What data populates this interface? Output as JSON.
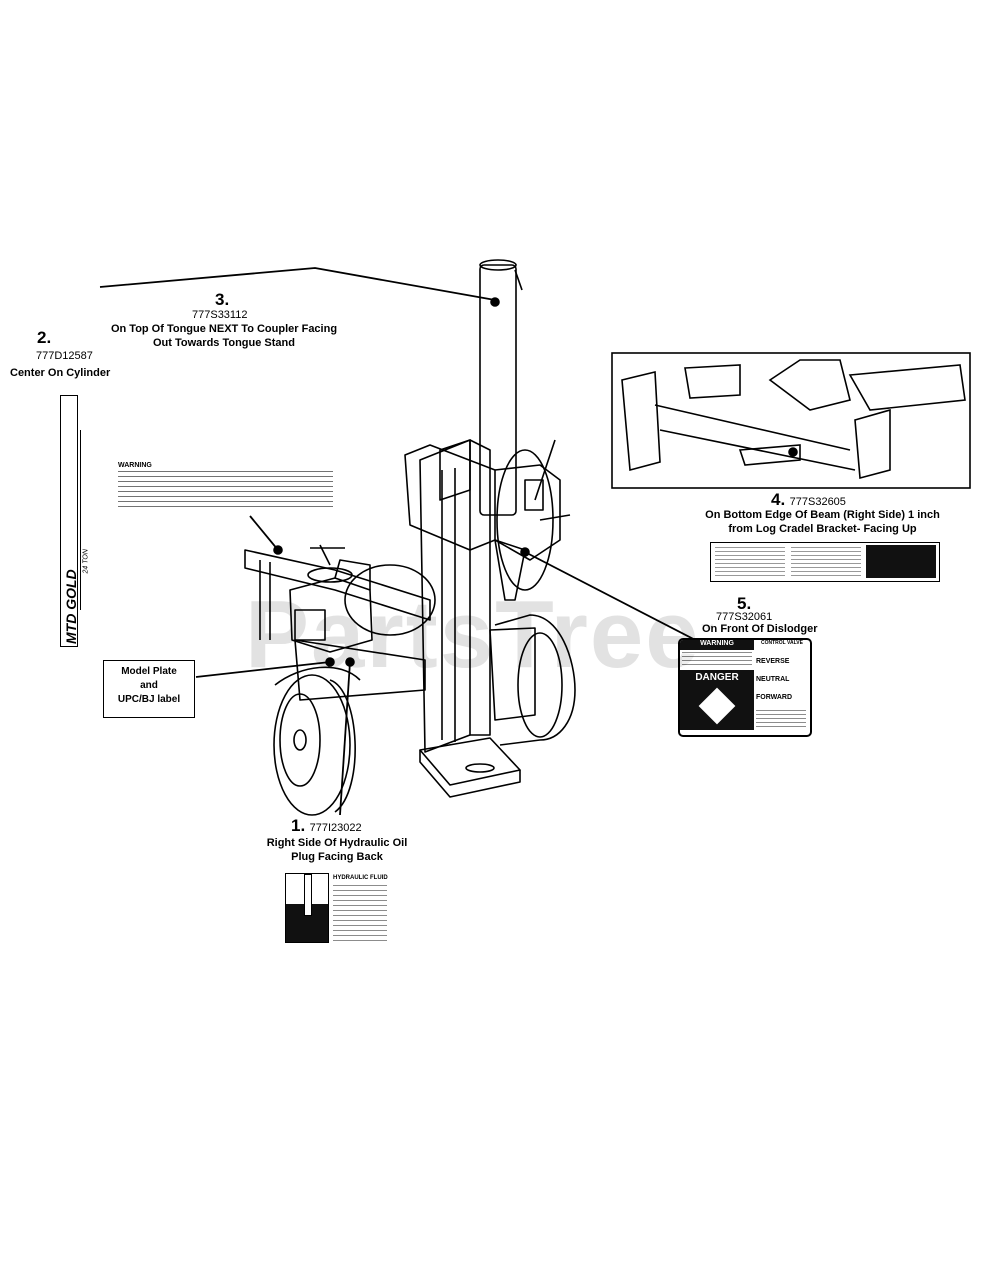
{
  "watermark": "PartsTree",
  "watermark_tm": "™",
  "callouts": [
    {
      "number": "2.",
      "part": "777D12587",
      "caption": "Center On Cylinder"
    },
    {
      "number": "3.",
      "part": "777S33112",
      "caption_line1": "On Top Of Tongue NEXT To Coupler Facing",
      "caption_line2": "Out Towards Tongue Stand"
    },
    {
      "number": "4.",
      "part": "777S32605",
      "caption_line1": "On Bottom Edge Of Beam (Right Side) 1 inch",
      "caption_line2": "from Log Cradel Bracket- Facing Up"
    },
    {
      "number": "5.",
      "part": "777S32061",
      "caption": "On Front Of Dislodger"
    },
    {
      "number": "1.",
      "part": "777I23022",
      "caption_line1": "Right Side Of Hydraulic Oil",
      "caption_line2": "Plug Facing Back"
    }
  ],
  "model_plate": {
    "line1": "Model Plate",
    "line2": "and",
    "line3": "UPC/BJ label"
  },
  "decal_2": {
    "brand": "MTD GOLD",
    "rating": "24 TON"
  },
  "decal_3": {
    "heading": "WARNING"
  },
  "decal_5": {
    "warning": "WARNING",
    "control_valve": "CONTROL VALVE",
    "danger": "DANGER",
    "positions": [
      "REVERSE",
      "NEUTRAL",
      "FORWARD"
    ]
  },
  "decal_1": {
    "heading": "HYDRAULIC FLUID"
  },
  "colors": {
    "ink": "#000000",
    "watermark": "#969696",
    "paper": "#ffffff"
  }
}
